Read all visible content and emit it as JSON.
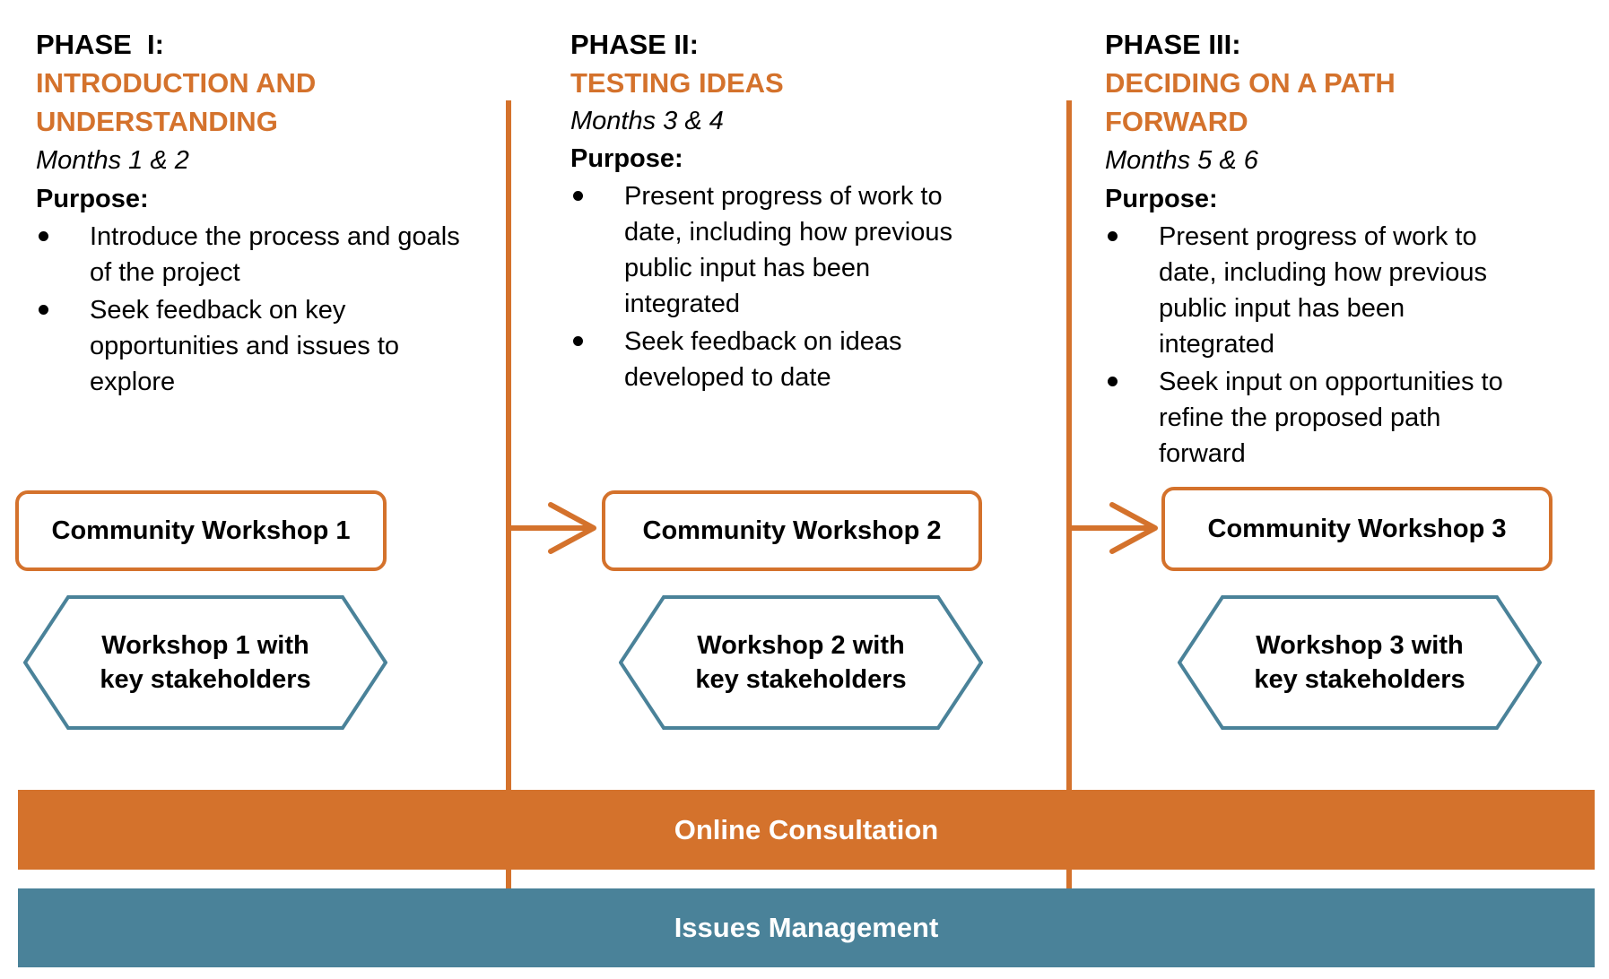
{
  "colors": {
    "accent_orange": "#d4722c",
    "accent_teal": "#4a8299",
    "text": "#000000",
    "background": "#ffffff"
  },
  "phases": [
    {
      "label": "PHASE  I:",
      "title_lines": [
        "INTRODUCTION AND",
        "UNDERSTANDING"
      ],
      "months": "Months 1 & 2",
      "purpose_label": "Purpose:",
      "bullets": [
        [
          "Introduce the process and goals",
          "of the project"
        ],
        [
          "Seek feedback on key",
          "opportunities and issues to",
          "explore"
        ]
      ],
      "community_workshop": "Community Workshop 1",
      "stakeholder_workshop": "Workshop 1 with\nkey stakeholders"
    },
    {
      "label": "PHASE II:",
      "title_lines": [
        "TESTING IDEAS"
      ],
      "months": "Months 3 & 4",
      "purpose_label": "Purpose:",
      "bullets": [
        [
          "Present progress of work to",
          "date, including how previous",
          "public input has been",
          "integrated"
        ],
        [
          "Seek feedback on ideas",
          "developed to date"
        ]
      ],
      "community_workshop": "Community Workshop 2",
      "stakeholder_workshop": "Workshop 2 with\nkey stakeholders"
    },
    {
      "label": "PHASE III:",
      "title_lines": [
        "DECIDING ON A PATH",
        "FORWARD"
      ],
      "months": "Months 5 & 6",
      "purpose_label": "Purpose:",
      "bullets": [
        [
          "Present progress of work to",
          "date, including how previous",
          "public input has been",
          "integrated"
        ],
        [
          "Seek input on opportunities to",
          "refine the proposed path",
          "forward"
        ]
      ],
      "community_workshop": "Community Workshop 3",
      "stakeholder_workshop": "Workshop 3 with\nkey stakeholders"
    }
  ],
  "bands": {
    "online": "Online Consultation",
    "issues": "Issues Management"
  }
}
